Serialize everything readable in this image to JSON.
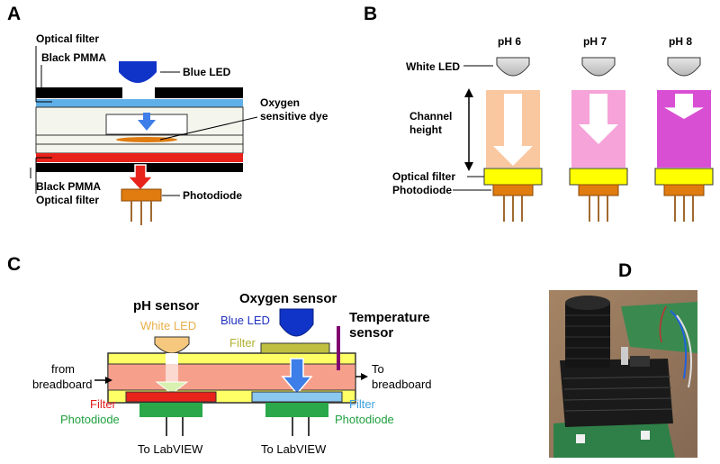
{
  "panels": {
    "a": {
      "letter": "A",
      "labels": {
        "optical_filter_top": "Optical filter",
        "black_pmma_top": "Black PMMA",
        "blue_led": "Blue LED",
        "oxygen_line1": "Oxygen",
        "oxygen_line2": "sensitive dye",
        "black_pmma_bottom": "Black PMMA",
        "optical_filter_bottom": "Optical filter",
        "photodiode": "Photodiode"
      }
    },
    "b": {
      "letter": "B",
      "ph_labels": [
        "pH 6",
        "pH 7",
        "pH 8"
      ],
      "white_led": "White LED",
      "channel_line1": "Channel",
      "channel_line2": "height",
      "optical_filter": "Optical filter",
      "photodiode": "Photodiode",
      "channel_colors": [
        "#f9c7a0",
        "#f5a3d8",
        "#d94fd4"
      ],
      "arrow_lengths": [
        1.0,
        0.7,
        0.35
      ]
    },
    "c": {
      "letter": "C",
      "ph_sensor": "pH sensor",
      "oxygen_sensor": "Oxygen sensor",
      "temperature_line1": "Temperature",
      "temperature_line2": "sensor",
      "white_led": "White LED",
      "blue_led": "Blue LED",
      "filter_top": "Filter",
      "from_line1": "from",
      "from_line2": "breadboard",
      "to_line1": "To",
      "to_line2": "breadboard",
      "filter_left": "Filter",
      "photodiode_left": "Photodiode",
      "filter_right": "Filter",
      "photodiode_right": "Photodiode",
      "to_labview_left": "To LabVIEW",
      "to_labview_right": "To LabVIEW"
    },
    "d": {
      "letter": "D"
    }
  },
  "colors": {
    "blue_led": "#1034c8",
    "light_blue_filter": "#5fb0e8",
    "red_filter": "#e8231c",
    "orange_photodiode": "#e07b10",
    "yellow_filter": "#ffff00",
    "channel_salmon": "#f6a08c",
    "green_photodiode": "#2aa84a",
    "white_led_text": "#e8b04a",
    "blue_led_text": "#2030c0",
    "filter_olive_text": "#b0b030",
    "filter_red_text": "#e02020",
    "photodiode_green_text": "#20a040",
    "filter_blue_text": "#40a0e0"
  }
}
